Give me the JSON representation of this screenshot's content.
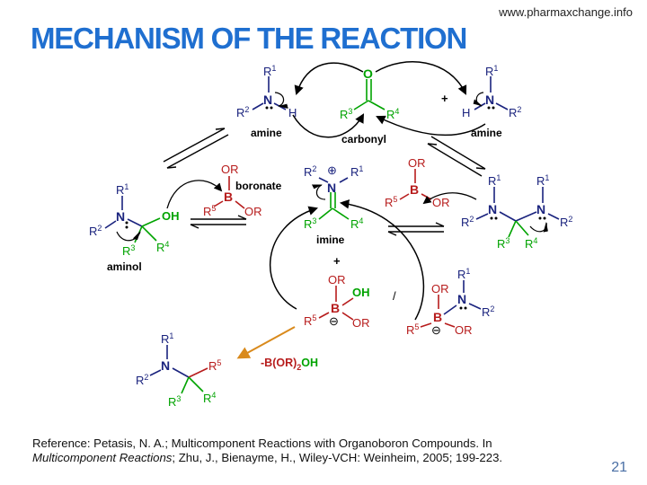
{
  "slide": {
    "source_url": "www.pharmaxchange.info",
    "title": "MECHANISM OF THE REACTION",
    "page_number": "21"
  },
  "colors": {
    "title": "#1f6fd0",
    "amine": "#1a237e",
    "carbonyl": "#00a300",
    "boron": "#b71c1c",
    "arrow_orange": "#d98a1c"
  },
  "labels": {
    "amine": "amine",
    "carbonyl": "carbonyl",
    "boronate": "boronate",
    "aminol": "aminol",
    "imine": "imine",
    "plus": "+",
    "slash": "/",
    "byproduct_a": "-B(OR)",
    "byproduct_sub": "2",
    "byproduct_b": "OH"
  },
  "atoms": {
    "R": "R",
    "N": "N",
    "H": "H",
    "O": "O",
    "B": "B",
    "OR": "OR",
    "OH": "OH",
    "sup1": "1",
    "sup2": "2",
    "sup3": "3",
    "sup4": "4",
    "sup5": "5",
    "plus_charge": "⊕",
    "minus_charge": "⊖"
  },
  "reference": {
    "prefix": "Reference: Petasis, N. A.; Multicomponent Reactions with Organoboron Compounds. In ",
    "book": "Multicomponent Reactions",
    "suffix": "; Zhu, J., Bienayme, H., Wiley-VCH: Weinheim, 2005; 199-223."
  }
}
